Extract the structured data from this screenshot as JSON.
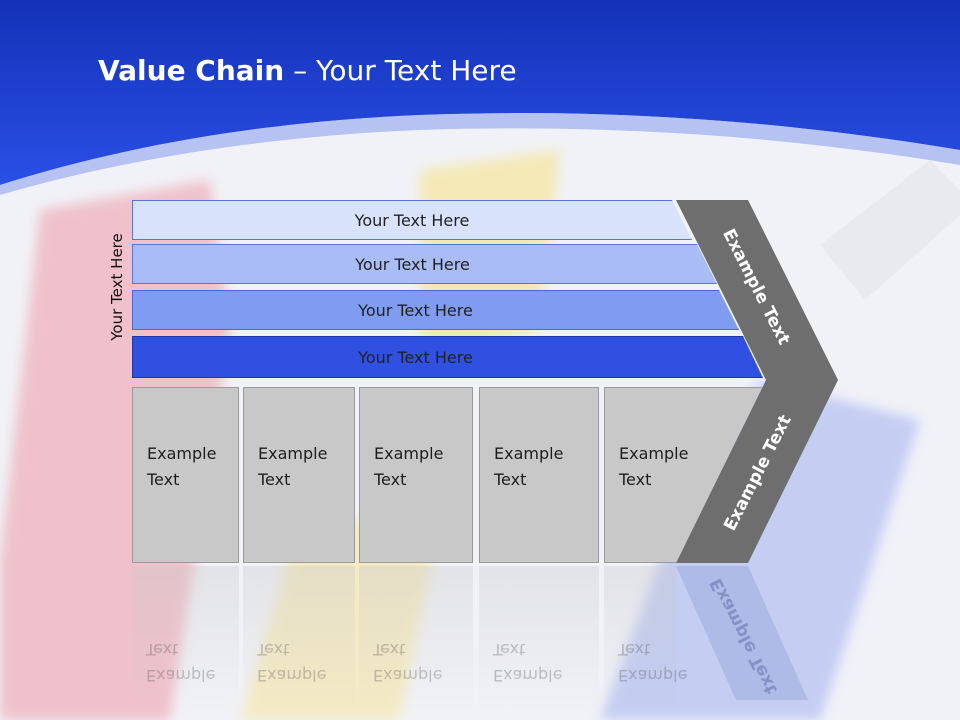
{
  "slide": {
    "title_bold": "Value Chain",
    "title_rest": " – Your Text Here",
    "side_label": "Your Text Here",
    "bars": [
      {
        "label": "Your Text Here",
        "color": "#d9e2fb"
      },
      {
        "label": "Your Text Here",
        "color": "#a9bcf6"
      },
      {
        "label": "Your Text Here",
        "color": "#7f9cf0"
      },
      {
        "label": "Your Text Here",
        "color": "#2f50e0"
      }
    ],
    "boxes": [
      {
        "label": "Example\nText"
      },
      {
        "label": "Example\nText"
      },
      {
        "label": "Example\nText"
      },
      {
        "label": "Example\nText"
      },
      {
        "label": "Example\nText"
      }
    ],
    "arrow_upper": "Example Text",
    "arrow_lower": "Example Text",
    "colors": {
      "header_blue": "#1f3fd8",
      "arrow_gray": "#6e6e6e"
    }
  }
}
